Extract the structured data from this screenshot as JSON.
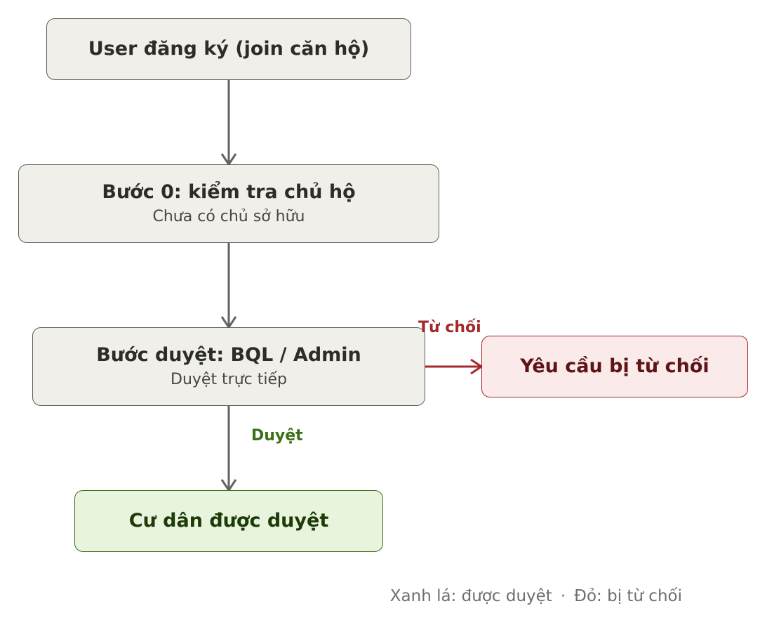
{
  "nodes": {
    "register": {
      "title": "User đăng ký (join căn hộ)"
    },
    "step0": {
      "title": "Bước 0: kiểm tra chủ hộ",
      "subtitle": "Chưa có chủ sở hữu"
    },
    "review": {
      "title": "Bước duyệt: BQL / Admin",
      "subtitle": "Duyệt trực tiếp"
    },
    "rejected": {
      "title": "Yêu cầu bị từ chối"
    },
    "approved": {
      "title": "Cư dân được duyệt"
    }
  },
  "edges": {
    "reject_label": "Từ chối",
    "approve_label": "Duyệt"
  },
  "legend": {
    "green": "Xanh lá: được duyệt",
    "separator": "·",
    "red": "Đỏ: bị từ chối"
  },
  "colors": {
    "neutral_fill": "#f1efe9",
    "neutral_stroke": "#5f5d59",
    "reject_fill": "#faeaea",
    "reject_stroke": "#a3292b",
    "approve_fill": "#e9f4de",
    "approve_stroke": "#3b6f18"
  }
}
